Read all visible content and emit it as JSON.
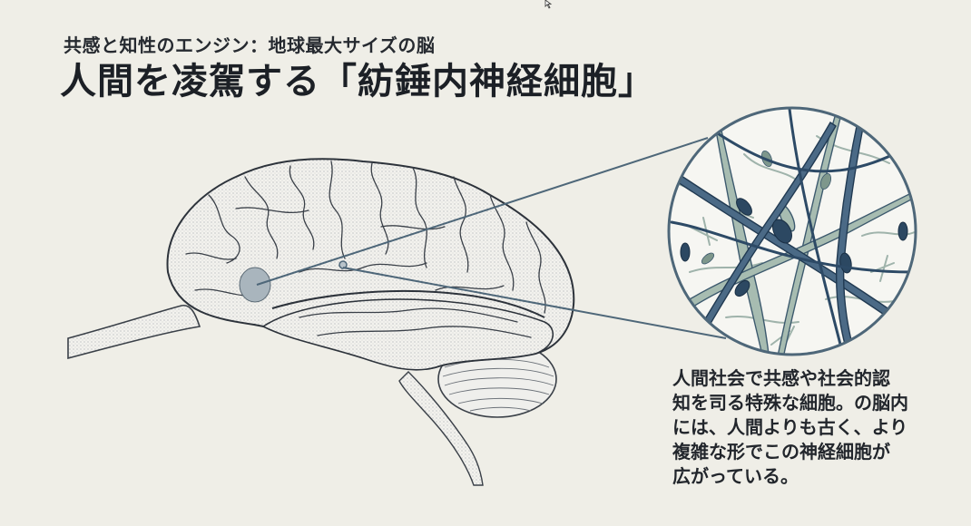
{
  "header": {
    "subtitle": "共感と知性のエンジン：地球最大サイズの脳",
    "title": "人間を凌駕する「紡錘内神経細胞」"
  },
  "illustration": {
    "brain_label": "brain-illustration",
    "highlight_region": "highlighted-brain-region",
    "magnified_view": "spindle-neuron-magnified-view",
    "colors": {
      "background": "#efeee7",
      "line": "#4e6779",
      "neuron_dark": "#2f4f6b",
      "neuron_light": "#8fa9a0",
      "highlight": "#a9b5bd"
    }
  },
  "caption": {
    "text": "人間社会で共感や社会的認\n知を司る特殊な細胞。の脳内\nには、人間よりも古く、より\n複雑な形でこの神経細胞が\n広がっている。"
  }
}
